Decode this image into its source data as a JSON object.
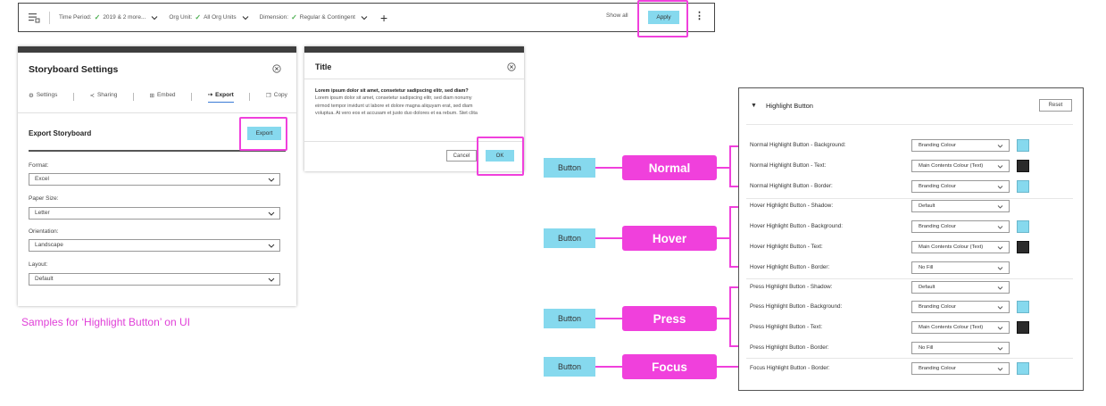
{
  "toolbar": {
    "time_period_label": "Time Period:",
    "time_period_value": "2019 & 2 more...",
    "org_unit_label": "Org Unit:",
    "org_unit_value": "All Org Units",
    "dimension_label": "Dimension:",
    "dimension_value": "Regular & Contingent",
    "show_all": "Show all",
    "apply": "Apply",
    "check_color": "#4caf50"
  },
  "storyboard_settings": {
    "title": "Storyboard Settings",
    "tabs": [
      "Settings",
      "Sharing",
      "Embed",
      "Export",
      "Copy"
    ],
    "active_tab": "Export",
    "section_title": "Export Storyboard",
    "export_button": "Export",
    "fields": [
      {
        "label": "Format:",
        "value": "Excel"
      },
      {
        "label": "Paper Size:",
        "value": "Letter"
      },
      {
        "label": "Orientation:",
        "value": "Landscape"
      },
      {
        "label": "Layout:",
        "value": "Default"
      }
    ]
  },
  "title_dialog": {
    "title": "Title",
    "body_bold": "Lorem ipsum dolor sit amet, consetetur sadipscing elitr, sed diam?",
    "body_line1": "Lorem ipsum dolor sit amet, consetetur sadipscing elitr, sed diam nonumy",
    "body_line2": "eirmod tempor invidunt ut labore et dolore magna aliquyam erat, sed diam",
    "body_line3": "voluptua. At vero eos et accusam et justo duo dolores et ea rebum. Stet clita",
    "cancel": "Cancel",
    "ok": "OK"
  },
  "caption": "Samples for ‘Highlight Button’ on UI",
  "states": {
    "button_label": "Button",
    "normal": "Normal",
    "hover": "Hover",
    "press": "Press",
    "focus": "Focus"
  },
  "highlight_panel": {
    "title": "Highlight Button",
    "reset": "Reset",
    "rows": [
      {
        "label": "Normal Highlight Button - Background:",
        "value": "Branding Colour",
        "swatch": "#86d9ee"
      },
      {
        "label": "Normal Highlight Button - Text:",
        "value": "Main Contents Colour (Text)",
        "swatch": "#2b2b2b"
      },
      {
        "label": "Normal Highlight Button - Border:",
        "value": "Branding Colour",
        "swatch": "#86d9ee"
      },
      {
        "label": "Hover Highlight Button - Shadow:",
        "value": "Default"
      },
      {
        "label": "Hover Highlight Button - Background:",
        "value": "Branding Colour",
        "swatch": "#86d9ee"
      },
      {
        "label": "Hover Highlight Button - Text:",
        "value": "Main Contents Colour (Text)",
        "swatch": "#2b2b2b"
      },
      {
        "label": "Hover Highlight Button - Border:",
        "value": "No Fill"
      },
      {
        "label": "Press Highlight Button - Shadow:",
        "value": "Default"
      },
      {
        "label": "Press Highlight Button - Background:",
        "value": "Branding Colour",
        "swatch": "#86d9ee"
      },
      {
        "label": "Press Highlight Button - Text:",
        "value": "Main Contents Colour (Text)",
        "swatch": "#2b2b2b"
      },
      {
        "label": "Press Highlight Button - Border:",
        "value": "No Fill"
      },
      {
        "label": "Focus Highlight Button - Border:",
        "value": "Branding Colour",
        "swatch": "#86d9ee"
      }
    ]
  },
  "colors": {
    "brand": "#86d9ee",
    "annotation": "#f040dc",
    "text_dark": "#2b2b2b"
  }
}
